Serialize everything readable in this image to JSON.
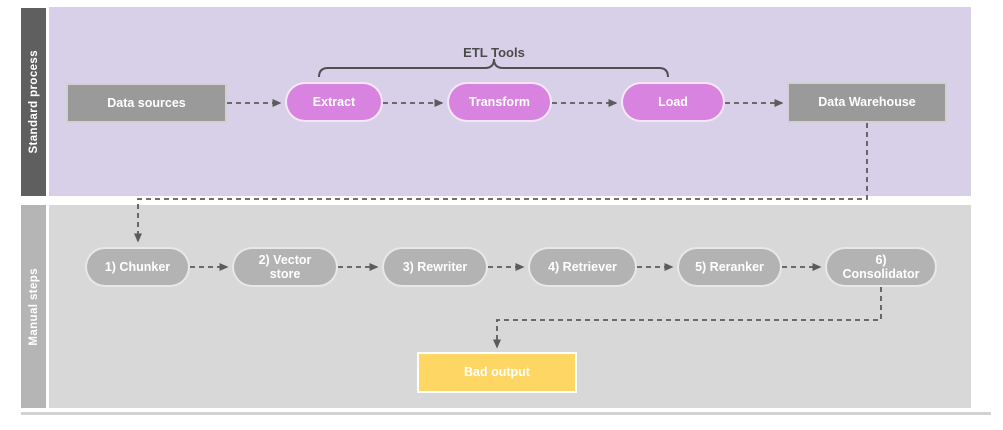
{
  "diagram": {
    "lanes": [
      {
        "label": "Standard process"
      },
      {
        "label": "Manual steps"
      }
    ],
    "standard": {
      "bracket_label": "ETL Tools",
      "data_sources": "Data sources",
      "extract": "Extract",
      "transform": "Transform",
      "load": "Load",
      "data_warehouse": "Data Warehouse"
    },
    "manual": {
      "steps": [
        "1) Chunker",
        "2) Vector store",
        "3) Rewriter",
        "4) Retriever",
        "5) Reranker",
        "6) Consolidator"
      ],
      "bad_output": "Bad output"
    },
    "colors": {
      "lane1_bar": "#5f5f5f",
      "lane1_bg": "#d8d0e8",
      "lane2_bar": "#b5b5b5",
      "lane2_bg": "#d8d8d8",
      "process_gray": "#9a9a9a",
      "etl_pink": "#d783df",
      "step_gray": "#b3b3b3",
      "warning_yellow": "#fdd663",
      "connector_gray": "#5b5b5b"
    }
  }
}
